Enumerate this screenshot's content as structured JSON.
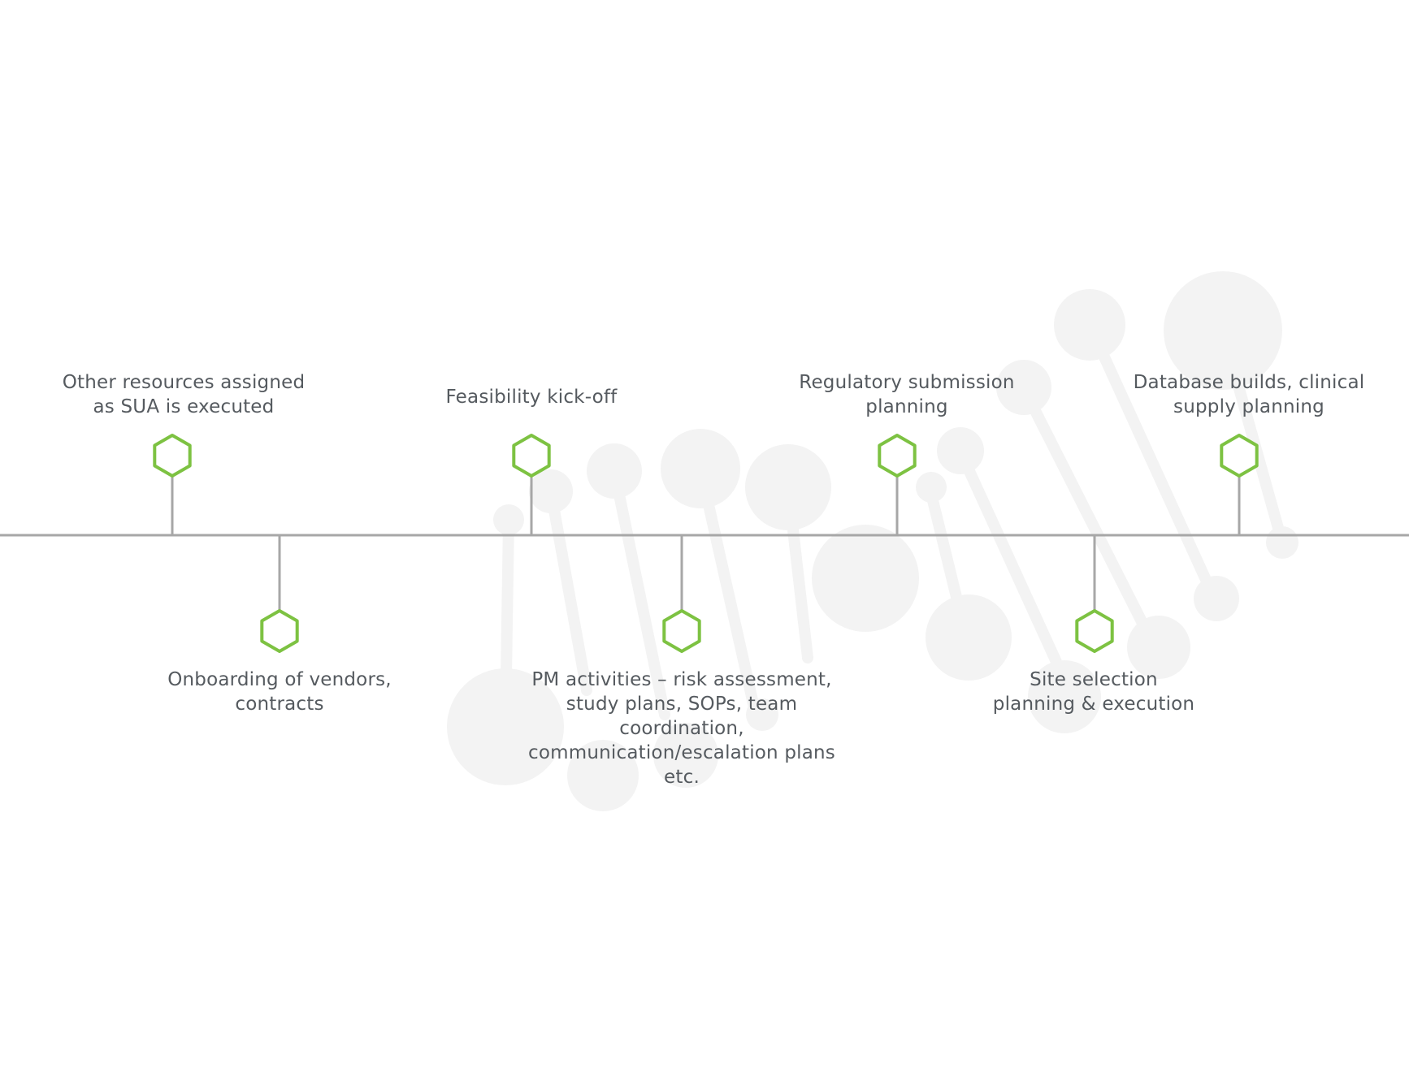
{
  "colors": {
    "background": "#ffffff",
    "axis_line": "#a7a7a7",
    "marker_outline": "#7dc242",
    "label_text": "#555a5f",
    "background_molecule": "#f3f3f3"
  },
  "marker_icon": "hexagon-icon",
  "milestones": [
    {
      "id": "m1",
      "position": "above",
      "label": "Other resources assigned\nas SUA is executed"
    },
    {
      "id": "m2",
      "position": "below",
      "label": "Onboarding of vendors,\ncontracts"
    },
    {
      "id": "m3",
      "position": "above",
      "label": "Feasibility kick-off"
    },
    {
      "id": "m4",
      "position": "below",
      "label": "PM activities – risk assessment,\nstudy plans, SOPs, team coordination,\ncommunication/escalation plans etc."
    },
    {
      "id": "m5",
      "position": "above",
      "label": "Regulatory submission\nplanning"
    },
    {
      "id": "m6",
      "position": "below",
      "label": "Site selection\nplanning & execution"
    },
    {
      "id": "m7",
      "position": "above",
      "label": "Database builds, clinical\nsupply planning"
    }
  ]
}
